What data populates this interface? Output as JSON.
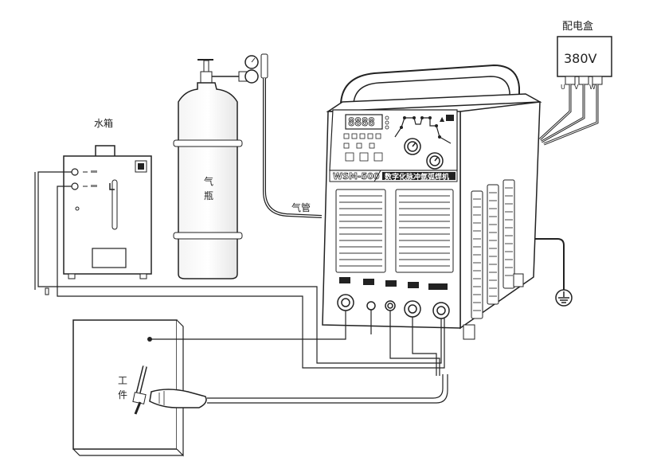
{
  "labels": {
    "distribution_box_title": "配电盒",
    "voltage": "380V",
    "phase_u": "U",
    "phase_v": "V",
    "phase_w": "W",
    "water_tank": "水箱",
    "gas_cylinder": "气\n瓶",
    "gas_hose": "气管",
    "workpiece": "工\n件",
    "model": "WSM-500",
    "machine_name": "数字化脉冲氩弧焊机",
    "display_digits": "8888"
  }
}
